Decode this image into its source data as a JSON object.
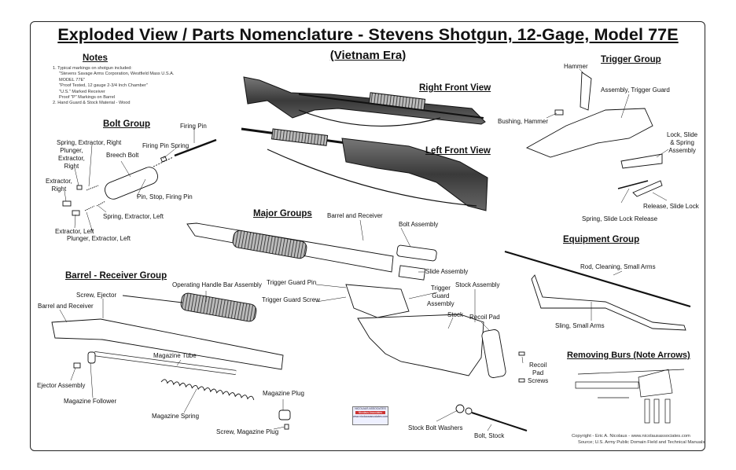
{
  "title": "Exploded View / Parts Nomenclature - Stevens Shotgun, 12-Gage, Model 77E",
  "subtitle": "(Vietnam Era)",
  "notes": {
    "heading": "Notes",
    "item1": "1. Typical markings on shotgun included:",
    "sub1": "\"Stevens Savage Arms Corporation, Westfield Mass U.S.A. MODEL 77E\"",
    "sub2": "\"Proof Tested, 12 gauge 2-3/4 Inch Chamber\"",
    "sub3": "\"U.S.\" Marked Receiver",
    "sub4": "Proof \"P\" Markings on Barrel",
    "item2": "2. Hand Guard & Stock Material - Wood"
  },
  "views": {
    "right_front": "Right Front View",
    "left_front": "Left Front View"
  },
  "bolt_group": {
    "heading": "Bolt Group",
    "labels": {
      "spring_extractor_right": "Spring, Extractor, Right",
      "plunger_extractor_right": "Plunger,\nExtractor,\nRight",
      "extractor_right": "Extractor,\nRight",
      "breech_bolt": "Breech Bolt",
      "firing_pin_spring": "Firing Pin Spring",
      "firing_pin": "Firing Pin",
      "pin_stop_firing_pin": "Pin, Stop, Firing Pin",
      "spring_extractor_left": "Spring, Extractor, Left",
      "extractor_left": "Extractor, Left",
      "plunger_extractor_left": "Plunger, Extractor, Left"
    }
  },
  "barrel_receiver_group": {
    "heading": "Barrel - Receiver Group",
    "labels": {
      "screw_ejector": "Screw, Ejector",
      "barrel_and_receiver": "Barrel and Receiver",
      "operating_handle_bar_assembly": "Operating Handle Bar Assembly",
      "magazine_tube": "Magazine Tube",
      "ejector_assembly": "Ejector Assembly",
      "magazine_follower": "Magazine Follower",
      "magazine_spring": "Magazine Spring",
      "magazine_plug": "Magazine Plug",
      "screw_magazine_plug": "Screw, Magazine Plug"
    }
  },
  "major_groups": {
    "heading": "Major Groups",
    "labels": {
      "barrel_and_receiver": "Barrel and Receiver",
      "bolt_assembly": "Bolt Assembly",
      "slide_assembly": "Slide Assembly",
      "trigger_guard_pin": "Trigger Guard Pin",
      "trigger_guard_assembly": "Trigger\nGuard\nAssembly",
      "stock_assembly": "Stock Assembly",
      "trigger_guard_screw": "Trigger Guard Screw",
      "stock": "Stock",
      "recoil_pad": "Recoil Pad",
      "recoil_pad_screws": "Recoil\nPad\nScrews",
      "stock_bolt_washers": "Stock Bolt Washers",
      "bolt_stock": "Bolt, Stock"
    }
  },
  "trigger_group": {
    "heading": "Trigger Group",
    "labels": {
      "hammer": "Hammer",
      "assembly_trigger_guard": "Assembly, Trigger Guard",
      "bushing_hammer": "Bushing, Hammer",
      "lock_slide_spring": "Lock, Slide\n& Spring\nAssembly",
      "spring_slide_lock_release": "Spring, Slide Lock Release",
      "release_slide_lock": "Release, Slide Lock"
    }
  },
  "equipment_group": {
    "heading": "Equipment Group",
    "labels": {
      "rod_cleaning": "Rod, Cleaning, Small Arms",
      "sling": "Sling, Small Arms"
    }
  },
  "removing_burs": {
    "heading": "Removing Burs (Note Arrows)"
  },
  "stamp": {
    "line1": "NICOLAUS ASSOCIATES",
    "line2": "Nicolaus Associates",
    "line3": "www.nicolausassociates.com"
  },
  "credits": {
    "copyright": "Copyright - Eric A. Nicolaus - www.nicolausassociates.com",
    "source": "Source; U.S. Army Public Domain Field and Technical Manuals"
  }
}
